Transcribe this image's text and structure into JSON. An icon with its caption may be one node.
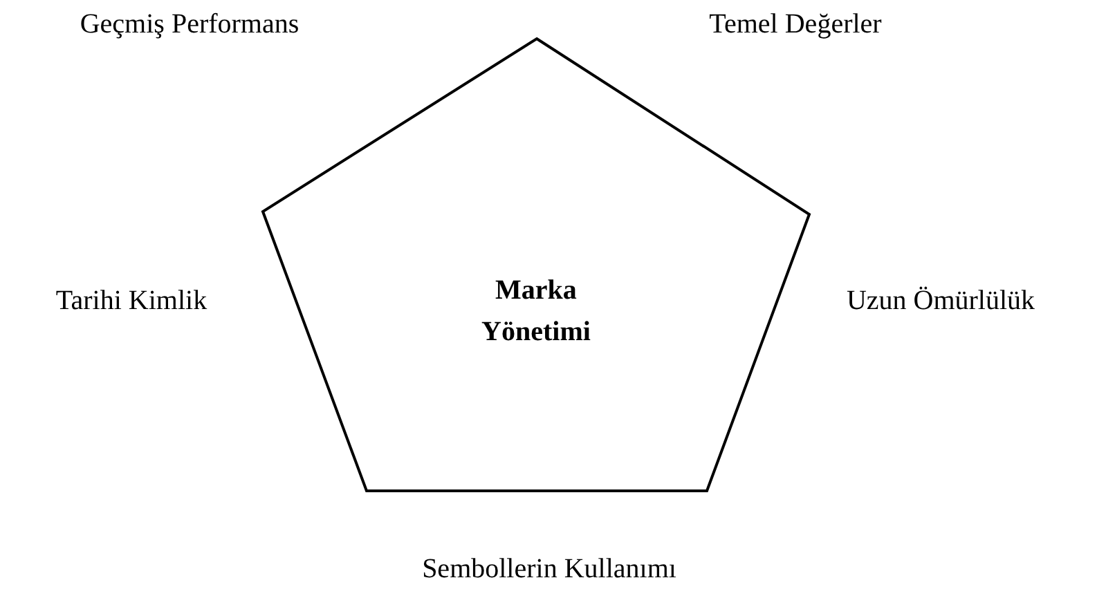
{
  "diagram": {
    "nodes": [
      {
        "text": [
          "Marka Yönetimi"
        ]
      }
    ],
    "labels": [
      "Geçmiş Performans",
      "Temel Değerler",
      "Tarihi Kimlik",
      "Uzun Ömürlülük",
      "Sembollerin Kullanımı"
    ]
  }
}
